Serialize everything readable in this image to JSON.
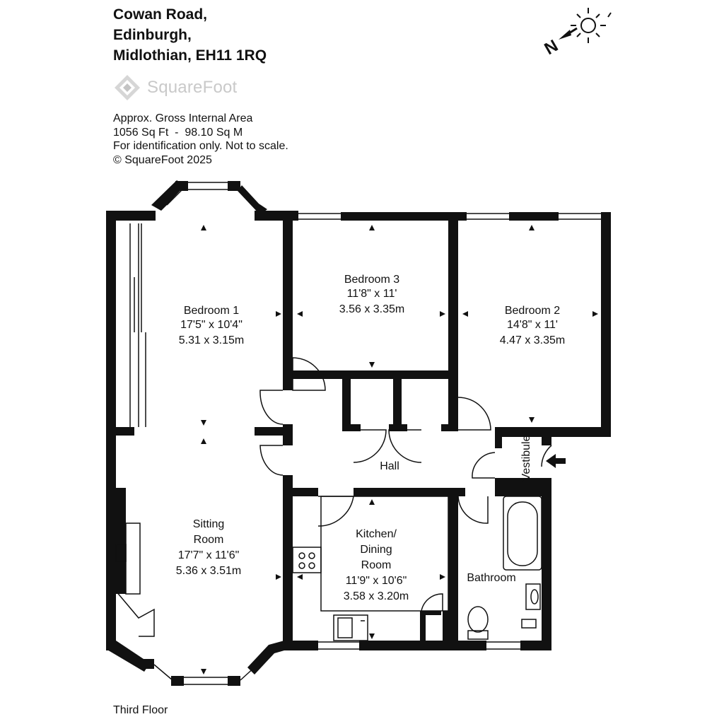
{
  "address": {
    "line1": "Cowan Road,",
    "line2": "Edinburgh,",
    "line3": "Midlothian, EH11 1RQ"
  },
  "logo": {
    "text": "SquareFoot",
    "icon": "squarefoot-logo-icon"
  },
  "area_info": {
    "line1": "Approx. Gross Internal Area",
    "line2": "1056 Sq Ft  -  98.10 Sq M",
    "line3": "For identification only. Not to scale.",
    "line4": "© SquareFoot 2025"
  },
  "compass": {
    "letter": "N",
    "icon": "sun-north-compass-icon"
  },
  "rooms": {
    "bedroom1": {
      "name": "Bedroom 1",
      "imperial": "17'5\" x 10'4\"",
      "metric": "5.31 x 3.15m"
    },
    "bedroom3": {
      "name": "Bedroom 3",
      "imperial": "11'8\" x 11'",
      "metric": "3.56 x 3.35m"
    },
    "bedroom2": {
      "name": "Bedroom 2",
      "imperial": "14'8\" x 11'",
      "metric": "4.47 x 3.35m"
    },
    "sitting": {
      "name_line1": "Sitting",
      "name_line2": "Room",
      "imperial": "17'7\" x 11'6\"",
      "metric": "5.36 x 3.51m"
    },
    "kitchen": {
      "name_line1": "Kitchen/",
      "name_line2": "Dining",
      "name_line3": "Room",
      "imperial": "11'9\" x 10'6\"",
      "metric": "3.58 x 3.20m"
    },
    "bathroom": {
      "name": "Bathroom"
    },
    "hall": {
      "name": "Hall"
    },
    "vestibule": {
      "name": "Vestibule"
    }
  },
  "floor": {
    "label": "Third Floor"
  },
  "colors": {
    "wall": "#111111",
    "logo": "#c9c9c9"
  }
}
